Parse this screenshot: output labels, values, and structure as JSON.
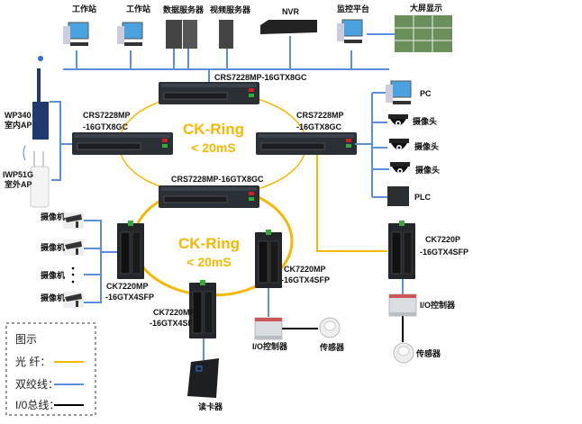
{
  "colors": {
    "fiber": "#f5b800",
    "twisted_pair": "#5b8fdc",
    "io_bus": "#000000",
    "ring_text": "#f5b800"
  },
  "top_devices": {
    "ws1": "工作站",
    "ws2": "工作站",
    "data_server": "数据服务器",
    "video_server": "视频服务器",
    "nvr": "NVR",
    "monitor_platform": "监控平台",
    "big_screen": "大屏显示"
  },
  "switches": {
    "core_top": "CRS7228MP-16GTX8GC",
    "core_left_1": "CRS7228MP",
    "core_left_2": "-16GTX8GC",
    "core_right_1": "CRS7228MP",
    "core_right_2": "-16GTX8GC",
    "core_bottom": "CRS7228MP-16GTX8GC",
    "din_left_1": "CK7220MP",
    "din_left_2": "-16GTX4SFP",
    "din_mid_1": "CK7220MP",
    "din_mid_2": "-16GTX4SFP",
    "din_bottom_1": "CK7220MP",
    "din_bottom_2": "-16GTX4SFP",
    "din_right_1": "CK7220P",
    "din_right_2": "-16GTX4SFP"
  },
  "rings": {
    "upper_1": "CK-Ring",
    "upper_2": "< 20mS",
    "lower_1": "CK-Ring",
    "lower_2": "< 20mS"
  },
  "aps": {
    "indoor_1": "WP340",
    "indoor_2": "室内AP",
    "outdoor_1": "IWP51G",
    "outdoor_2": "室外AP"
  },
  "right_devices": {
    "pc": "PC",
    "cam1": "摄像头",
    "cam2": "摄像头",
    "cam3": "摄像头",
    "plc": "PLC"
  },
  "left_cameras": [
    "摄像机",
    "摄像机",
    "摄像机",
    "摄像机"
  ],
  "field_devices": {
    "io_mid": "I/O控制器",
    "sensor_mid": "传感器",
    "card_reader": "读卡器",
    "io_right": "I/O控制器",
    "sensor_right": "传感器"
  },
  "legend": {
    "title": "图示",
    "fiber": "光  纤：",
    "twisted_pair": "双绞线：",
    "io_bus": "I/0总线："
  }
}
